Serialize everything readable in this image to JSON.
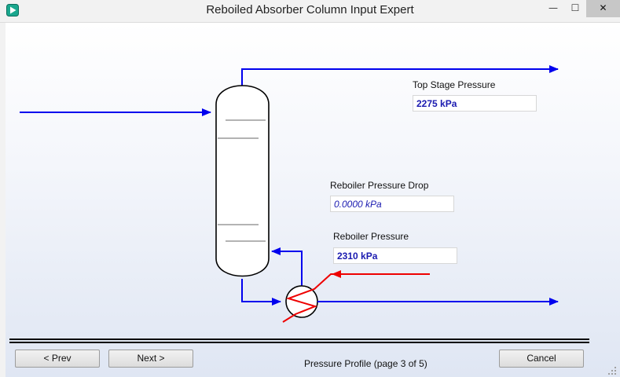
{
  "window": {
    "title": "Reboiled Absorber Column Input Expert",
    "minimize_symbol": "—",
    "maximize_symbol": "☐",
    "close_symbol": "✕"
  },
  "fields": {
    "top_stage_pressure": {
      "label": "Top Stage Pressure",
      "value": "2275 kPa"
    },
    "reboiler_pressure_drop": {
      "label": "Reboiler Pressure Drop",
      "value": "0.0000 kPa"
    },
    "reboiler_pressure": {
      "label": "Reboiler Pressure",
      "value": "2310 kPa"
    }
  },
  "footer": {
    "prev_label": "< Prev",
    "next_label": "Next >",
    "cancel_label": "Cancel",
    "page_status": "Pressure Profile (page 3 of 5)"
  },
  "colors": {
    "stream": "#0000ee",
    "energy": "#ee0000",
    "column": "#000000"
  },
  "icons": [
    "app-icon",
    "minimize-icon",
    "maximize-icon",
    "close-icon",
    "resize-grip-icon"
  ]
}
